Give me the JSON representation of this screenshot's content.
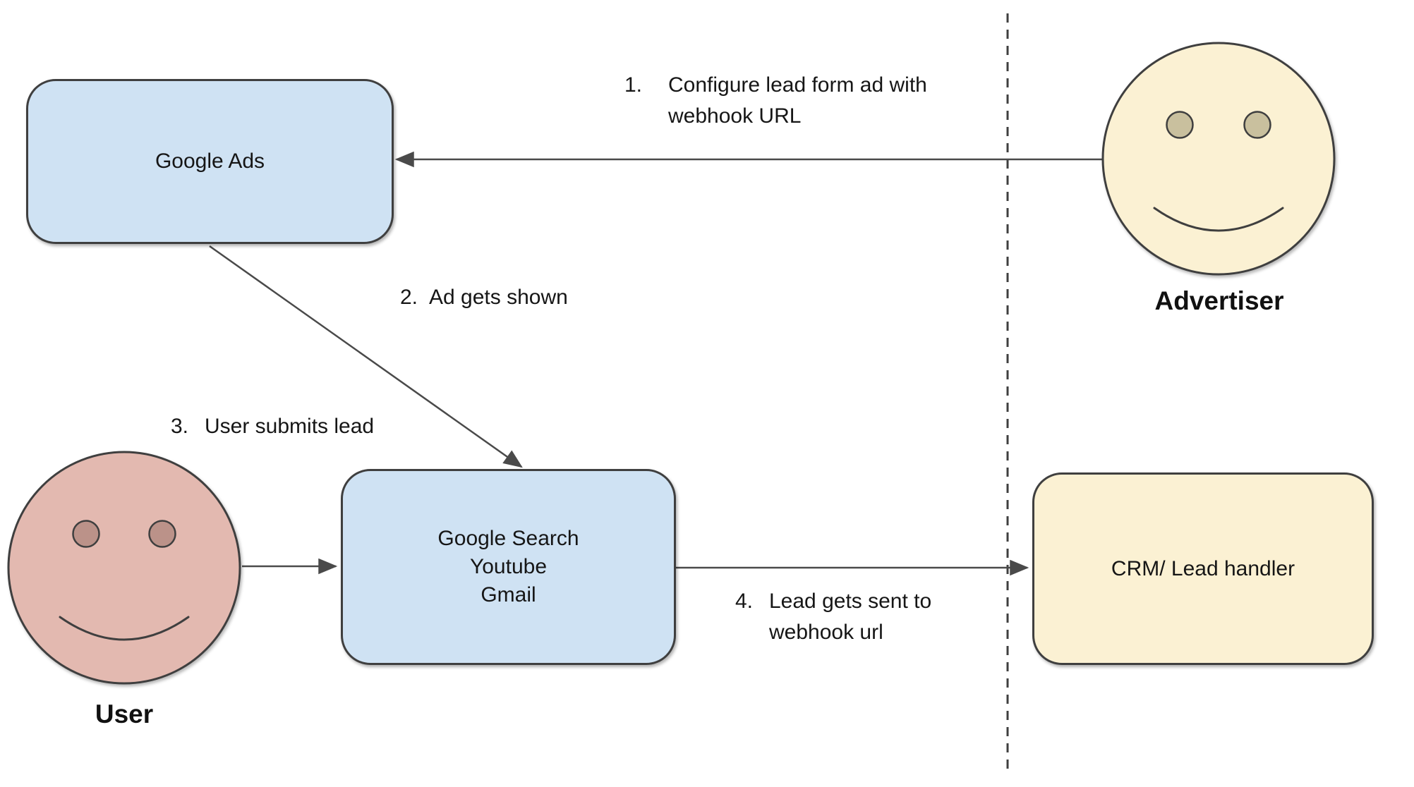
{
  "nodes": {
    "google_ads": {
      "label": "Google Ads"
    },
    "google_properties": {
      "line1": "Google Search",
      "line2": "Youtube",
      "line3": "Gmail"
    },
    "crm": {
      "label": "CRM/ Lead handler"
    }
  },
  "actors": {
    "advertiser": {
      "label": "Advertiser"
    },
    "user": {
      "label": "User"
    }
  },
  "steps": {
    "step1": {
      "number": "1.",
      "line1": "Configure lead form ad with",
      "line2": "webhook URL"
    },
    "step2": {
      "number": "2.",
      "text": "Ad gets shown"
    },
    "step3": {
      "number": "3.",
      "text": "User submits lead"
    },
    "step4": {
      "number": "4.",
      "line1": "Lead gets sent to",
      "line2": "webhook url"
    }
  },
  "colors": {
    "node_blue": "#cfe2f3",
    "node_yellow": "#fbf1d3",
    "face_advertiser": "#fbf1d3",
    "eye_advertiser": "#c9c09e",
    "face_user": "#e3b9b0",
    "eye_user": "#bb9289",
    "outline": "#3f3f3f",
    "connector": "#4a4a4a"
  }
}
